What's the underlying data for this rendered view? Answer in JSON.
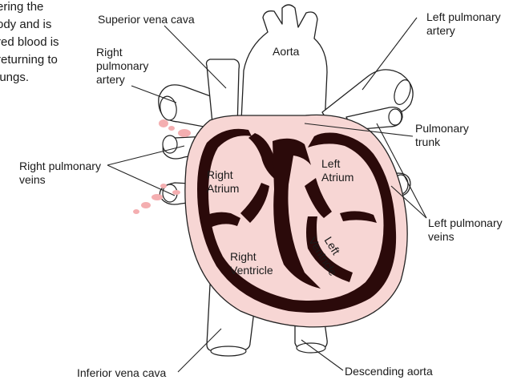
{
  "intro_text": [
    "ering the",
    "ody and is",
    "red blood is",
    "returning to",
    "lungs."
  ],
  "labels": {
    "superior_vena_cava": "Superior vena cava",
    "right_pulmonary_artery": [
      "Right",
      "pulmonary",
      "artery"
    ],
    "aorta": "Aorta",
    "left_pulmonary_artery": [
      "Left pulmonary",
      "artery"
    ],
    "pulmonary_trunk": [
      "Pulmonary",
      "trunk"
    ],
    "right_pulmonary_veins": [
      "Right pulmonary",
      "veins"
    ],
    "right_atrium": [
      "Right",
      "Atrium"
    ],
    "left_atrium": [
      "Left",
      "Atrium"
    ],
    "right_ventricle": [
      "Right",
      "Ventricle"
    ],
    "left_ventricle": [
      "Left",
      "Ventricle"
    ],
    "left_pulmonary_veins": [
      "Left pulmonary",
      "veins"
    ],
    "inferior_vena_cava": "Inferior vena cava",
    "descending_aorta": "Descending aorta"
  },
  "colors": {
    "tissue": "#f7d6d4",
    "wall": "#2b0a0a",
    "outline": "#222222",
    "blood_splash": "#f4aeb0"
  }
}
